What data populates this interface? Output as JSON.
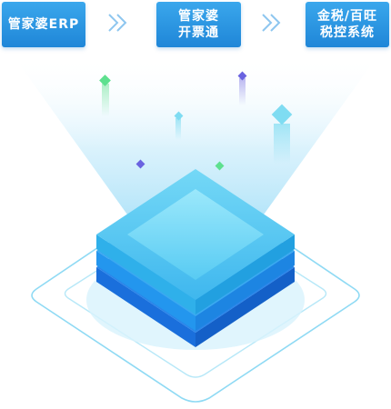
{
  "flow": {
    "steps": [
      {
        "lines": [
          "管家婆ERP"
        ]
      },
      {
        "lines": [
          "管家婆",
          "开票通"
        ]
      },
      {
        "lines": [
          "金税/百旺",
          "税控系统"
        ]
      }
    ],
    "arrow_icon": "double-chevron-right-icon"
  },
  "colors": {
    "box": "#2a97e3",
    "chevron": "#8ec6ef",
    "beam": "#bfe8fb",
    "stack_top": "#4ec3f0",
    "stack_middle": "#1f8fe8",
    "stack_bottom": "#1a6fdc",
    "platform_ring": "#7fd3f3",
    "accent_green": "#5ee08f",
    "accent_purple": "#6a63e0",
    "accent_cyan": "#7fdcf2"
  }
}
